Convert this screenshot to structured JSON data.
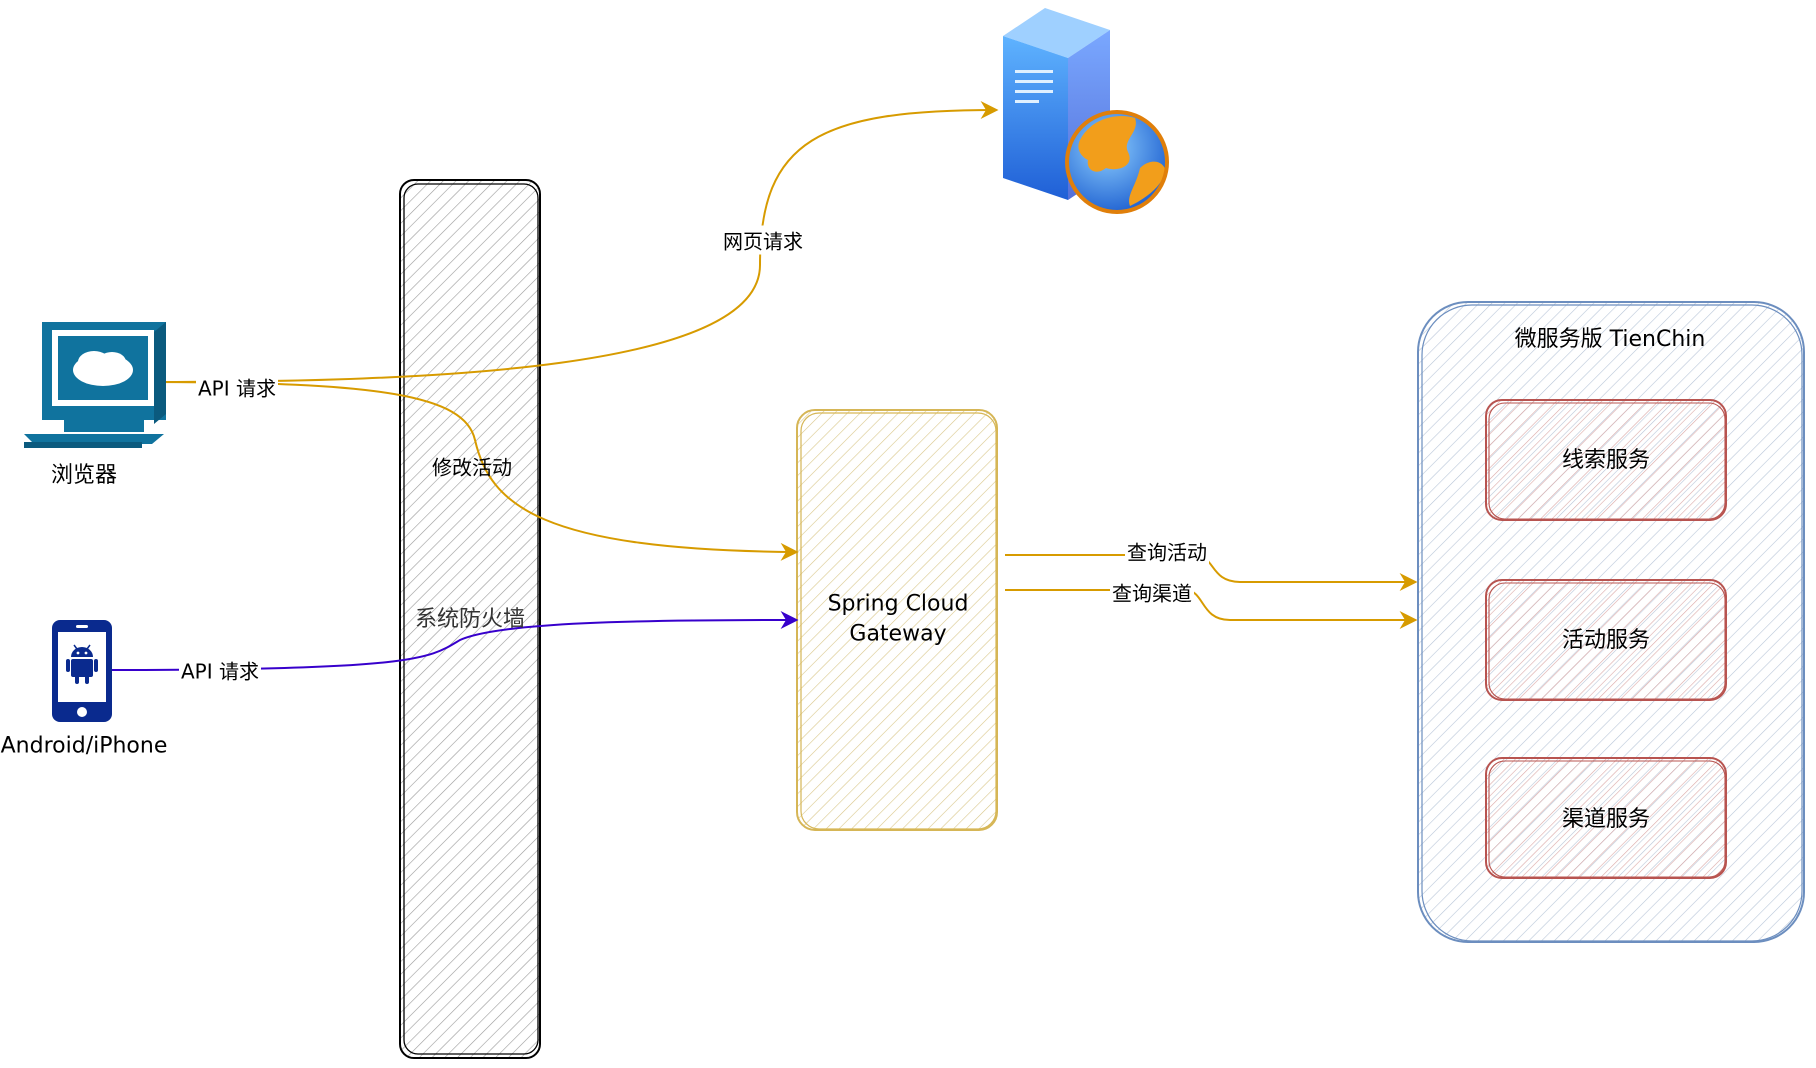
{
  "nodes": {
    "browser": {
      "label": "浏览器"
    },
    "mobile": {
      "label": "Android/iPhone"
    },
    "firewall": {
      "label": "系统防火墙"
    },
    "gateway": {
      "label_line1": "Spring Cloud",
      "label_line2": "Gateway"
    },
    "microservices": {
      "title": "微服务版 TienChin",
      "services": [
        "线索服务",
        "活动服务",
        "渠道服务"
      ]
    },
    "web_server": {
      "icon": "web-server-globe-icon"
    }
  },
  "edges": {
    "web_request": "网页请求",
    "browser_api": "API 请求",
    "modify_activity": "修改活动",
    "mobile_api": "API 请求",
    "query_activity": "查询活动",
    "query_channel": "查询渠道"
  },
  "colors": {
    "edge_orange": "#d79b00",
    "edge_purple": "#3700CC",
    "gateway_stroke": "#d6b656",
    "gateway_fill": "#fff2cc",
    "service_stroke": "#b85450",
    "service_fill": "#f8cecc",
    "cluster_stroke": "#6c8ebf",
    "cluster_fill": "#dae8fc",
    "device_blue": "#10739e",
    "phone_blue": "#0a2a8e"
  }
}
